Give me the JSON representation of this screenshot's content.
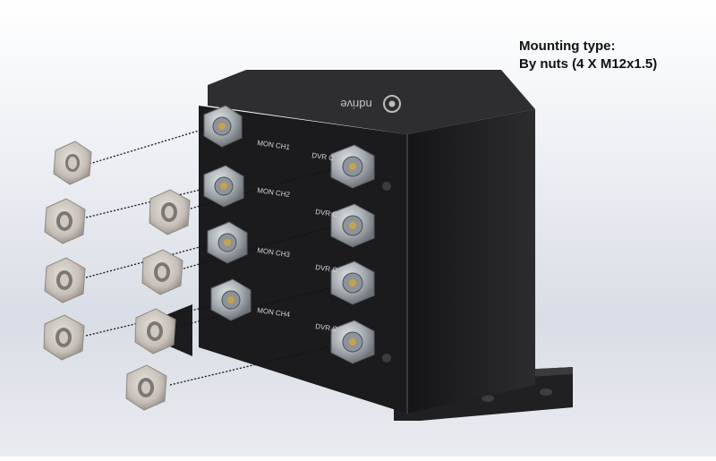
{
  "caption": {
    "line1": "Mounting type:",
    "line2": "By nuts (4 X M12x1.5)"
  },
  "device": {
    "brand": "ndrive",
    "brand_icon": "swirl-logo-icon",
    "connector_labels": [
      "MON CH1",
      "MON CH2",
      "MON CH3",
      "MON CH4",
      "DVR C",
      "DVR C",
      "DVR C",
      "DVR C"
    ]
  },
  "colors": {
    "housing": "#1f1f21",
    "housing_top": "#3a3a3d",
    "nut": "#c9c3bd",
    "connector": "#9ea3a8",
    "caption_text": "#111111"
  }
}
